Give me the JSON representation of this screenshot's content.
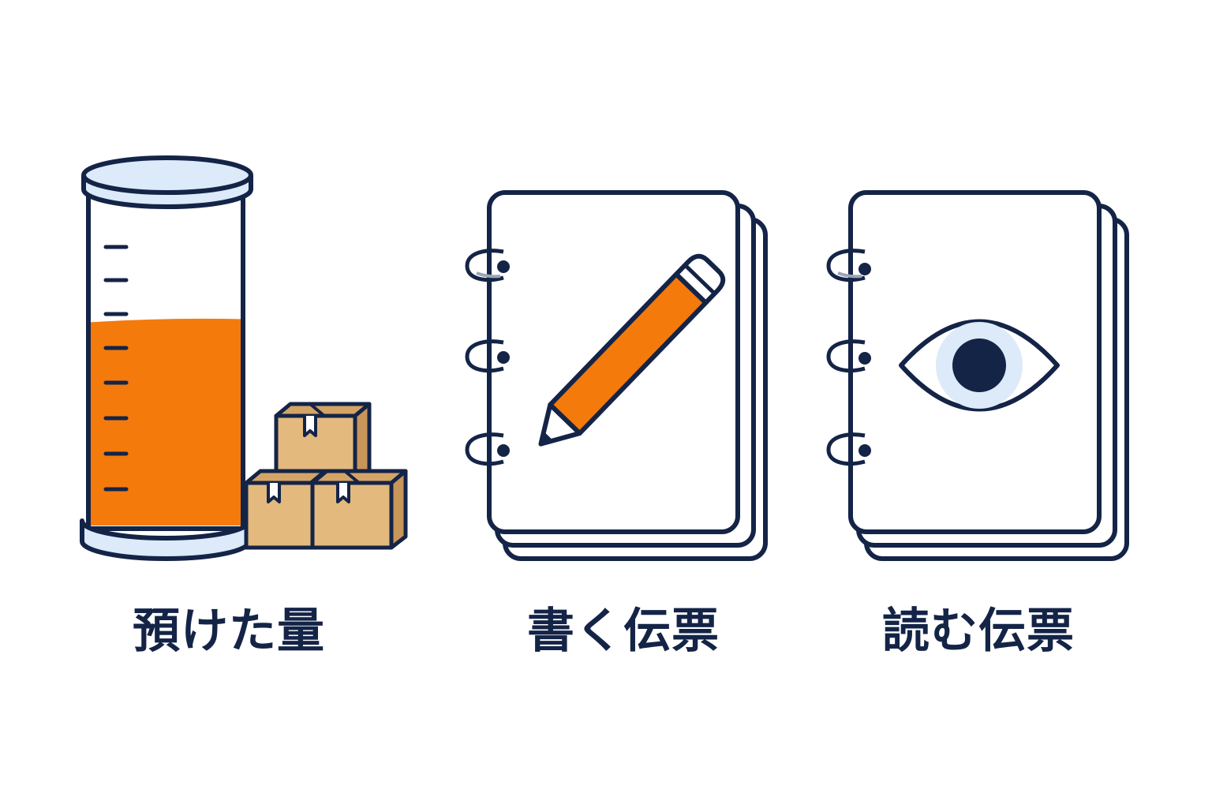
{
  "panels": [
    {
      "caption": "預けた量",
      "icon": "measuring-cylinder-icon"
    },
    {
      "caption": "書く伝票",
      "icon": "pencil-icon"
    },
    {
      "caption": "読む伝票",
      "icon": "eye-icon"
    }
  ],
  "cylinder": {
    "fill_fraction": 0.62
  },
  "colors": {
    "outline": "#142447",
    "accent": "#F47A0C",
    "glass": "#DCEAF9",
    "box": "#E3B97E",
    "paper": "#FFFFFF",
    "background": "#FFFFFF"
  }
}
